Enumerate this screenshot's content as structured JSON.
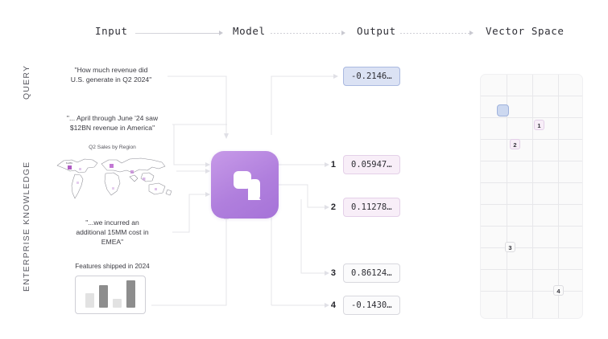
{
  "diagram": {
    "title": "RAG embedding pipeline",
    "stages": [
      {
        "id": "input",
        "label": "Input"
      },
      {
        "id": "model",
        "label": "Model"
      },
      {
        "id": "output",
        "label": "Output"
      },
      {
        "id": "vector-space",
        "label": "Vector Space"
      }
    ],
    "connectors": [
      {
        "id": "stage-arrow-1",
        "style": "solid"
      },
      {
        "id": "stage-arrow-2",
        "style": "dotted"
      },
      {
        "id": "stage-arrow-3",
        "style": "solid"
      },
      {
        "id": "stage-arrow-4",
        "style": "dotted"
      }
    ]
  },
  "side_labels": {
    "query": "QUERY",
    "enterprise_knowledge": "ENTERPRISE KNOWLEDGE"
  },
  "inputs": {
    "query_text": "\"How much revenue did\nU.S. generate in Q2 2024\"",
    "doc1_text": "\"... April through June '24 saw\n$12BN revenue in America\"",
    "map_caption": "Q2 Sales by Region",
    "doc2_text": "\"...we incurred an\nadditional 15MM cost in\nEMEA\"",
    "bar_caption": "Features shipped in 2024"
  },
  "model": {
    "icon": "model-logo-icon",
    "gradient_from": "#c79ae8",
    "gradient_to": "#a673d8"
  },
  "outputs": [
    {
      "index": "",
      "value": "-0.2146…",
      "tone": "blue"
    },
    {
      "index": "1",
      "value": "0.05947…",
      "tone": "pink"
    },
    {
      "index": "2",
      "value": "0.11278…",
      "tone": "pink"
    },
    {
      "index": "3",
      "value": "0.86124…",
      "tone": "plain"
    },
    {
      "index": "4",
      "value": "-0.1430…",
      "tone": "plain"
    }
  ],
  "vector_space": {
    "markers": [
      {
        "label": "",
        "tone": "query",
        "x": 20,
        "y": 44
      },
      {
        "label": "1",
        "tone": "pink",
        "x": 66,
        "y": 63
      },
      {
        "label": "2",
        "tone": "pink",
        "x": 36,
        "y": 87
      },
      {
        "label": "3",
        "tone": "gray",
        "x": 30,
        "y": 215
      },
      {
        "label": "4",
        "tone": "gray",
        "x": 90,
        "y": 269
      }
    ]
  },
  "chart_data": {
    "type": "bar",
    "title": "Features shipped in 2024",
    "categories": [
      "1",
      "2",
      "3",
      "4"
    ],
    "values": [
      18,
      28,
      11,
      34
    ],
    "colors": [
      "#e0e0e0",
      "#8d8d8d",
      "#e0e0e0",
      "#8d8d8d"
    ],
    "xlabel": "",
    "ylabel": "",
    "ylim": [
      0,
      40
    ],
    "grid": false,
    "legend": false
  },
  "colors": {
    "accent_purple": "#a673d8",
    "chip_blue_bg": "#dbe2f4",
    "chip_pink_bg": "#f8eef8",
    "line_gray": "#e4e4e9"
  }
}
